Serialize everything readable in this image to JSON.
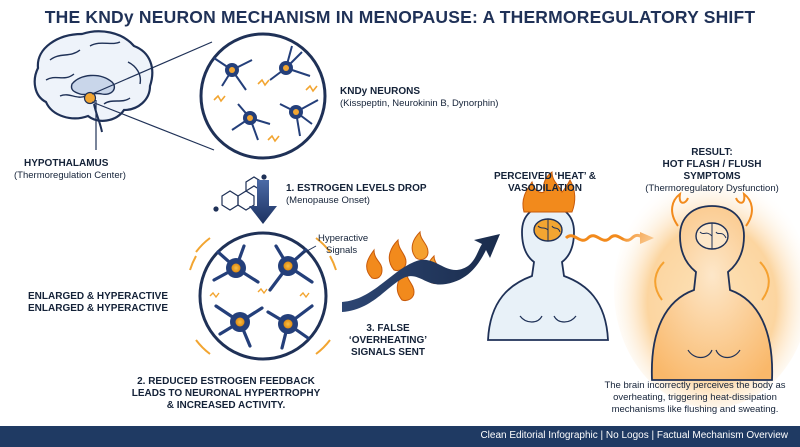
{
  "title": "THE KNDy NEURON MECHANISM IN MENOPAUSE: A THERMOREGULATORY SHIFT",
  "kndy": {
    "heading": "KNDy NEURONS",
    "sub": "(Kisspeptin, Neurokinin B, Dynorphin)"
  },
  "hypothalamus": {
    "heading": "HYPOTHALAMUS",
    "sub": "(Thermoregulation Center)"
  },
  "step1": {
    "heading": "1. ESTROGEN LEVELS DROP",
    "sub": "(Menopause Onset)"
  },
  "hyperactive_signals": {
    "line1": "Hyperactive",
    "line2": "Signals"
  },
  "enlarged": {
    "line1": "ENLARGED & HYPERACTIVE",
    "line2": "ENLARGED & HYPERACTIVE"
  },
  "step2": {
    "line1": "2. REDUCED ESTROGEN FEEDBACK",
    "line2": "LEADS TO NEURONAL HYPERTROPHY",
    "line3": "& INCREASED ACTIVITY."
  },
  "step3": {
    "line1": "3. FALSE",
    "line2": "‘OVERHEATING’",
    "line3": "SIGNALS SENT"
  },
  "perceived": {
    "line1": "PERCEIVED ‘HEAT’ &",
    "line2": "VASODILATION"
  },
  "result": {
    "line1": "RESULT:",
    "line2": "HOT FLASH / FLUSH",
    "line3": "SYMPTOMS",
    "sub": "(Thermoregulatory Dysfunction)"
  },
  "explanation": {
    "line1": "The brain incorrectly perceives the body as",
    "line2": "overheating, triggering heat-dissipation",
    "line3": "mechanisms like flushing and sweating."
  },
  "footer": "Clean Editorial Infographic | No Logos | Factual Mechanism Overview",
  "colors": {
    "navy": "#1f3a63",
    "neuron_blue": "#243f7a",
    "neuron_glow": "#f2a531",
    "flame_orange": "#f28a1c",
    "heat_glow": "#fcd9a8",
    "body_skin": "#e8f1f8"
  }
}
